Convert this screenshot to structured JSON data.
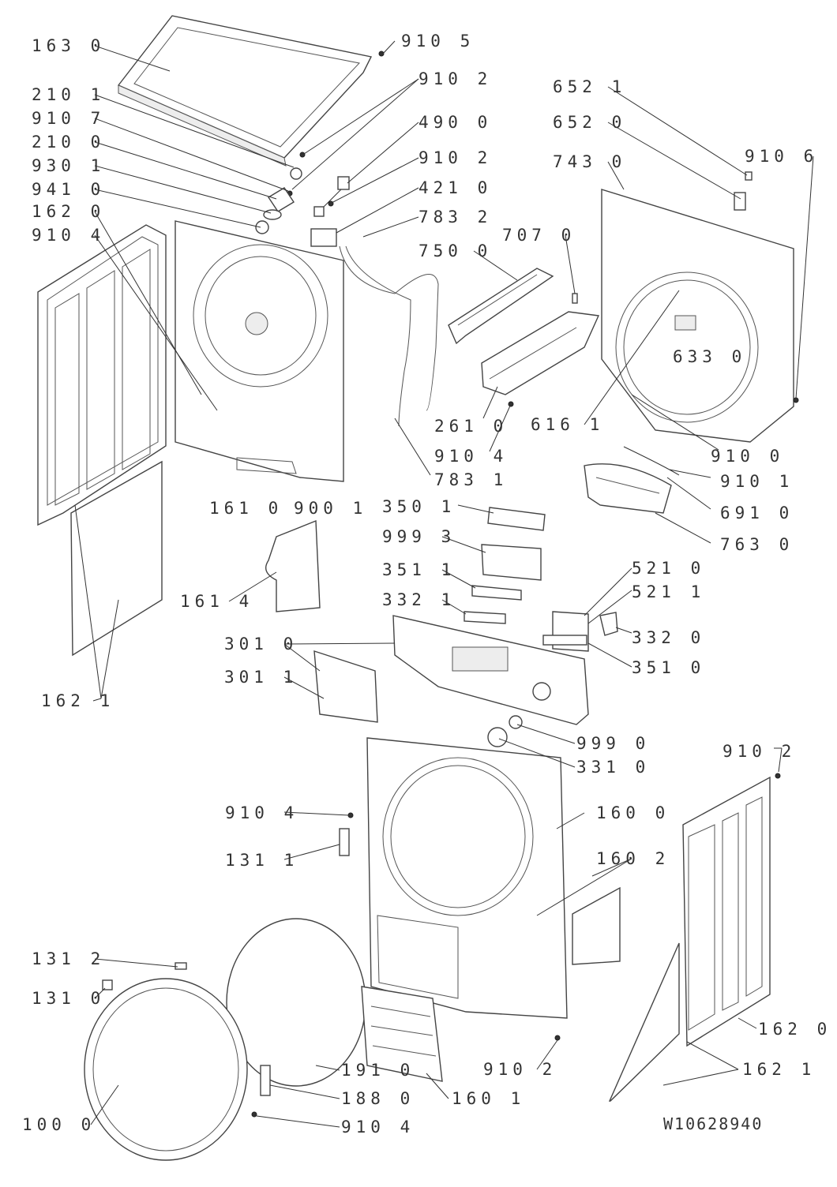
{
  "document_id": "W10628940",
  "callouts": [
    "163 0",
    "910 5",
    "210 1",
    "910 2",
    "910 7",
    "490 0",
    "210 0",
    "910 2",
    "930 1",
    "421 0",
    "941 0",
    "783 2",
    "162 0",
    "750 0",
    "910 4",
    "707 0",
    "261 0",
    "910 4",
    "783 1",
    "161 0",
    "900 1",
    "161 4",
    "162 1",
    "652 1",
    "652 0",
    "743 0",
    "910 6",
    "633 0",
    "616 1",
    "910 0",
    "910 1",
    "691 0",
    "763 0",
    "350 1",
    "999 3",
    "351 1",
    "332 1",
    "521 0",
    "521 1",
    "332 0",
    "301 0",
    "351 0",
    "301 1",
    "999 0",
    "331 0",
    "910 2",
    "910 4",
    "160 0",
    "131 1",
    "160 2",
    "131 2",
    "131 0",
    "191 0",
    "188 0",
    "100 0",
    "910 4",
    "160 1",
    "910 2",
    "162 0",
    "162 1"
  ]
}
